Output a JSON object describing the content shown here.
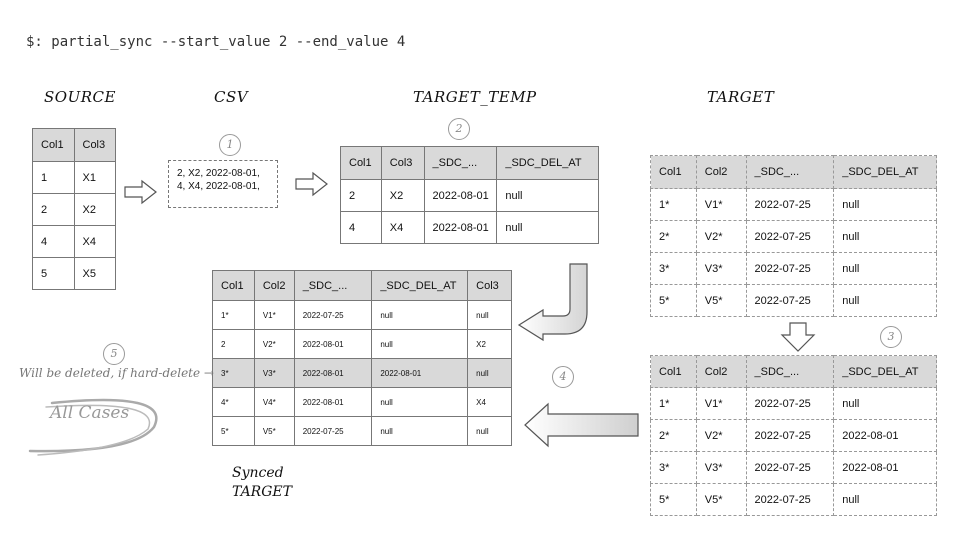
{
  "command": "$: partial_sync --start_value 2 --end_value 4",
  "labels": {
    "source": "SOURCE",
    "csv": "CSV",
    "target_temp": "TARGET_TEMP",
    "target": "TARGET",
    "synced_line1": "Synced",
    "synced_line2": "TARGET",
    "hard_delete_note": "Will be deleted, if hard-delete →",
    "all_cases": "All Cases"
  },
  "steps": [
    "1",
    "2",
    "3",
    "4",
    "5"
  ],
  "csv_lines": [
    "2, X2, 2022-08-01,",
    "4, X4, 2022-08-01,"
  ],
  "source_table": {
    "headers": [
      "Col1",
      "Col3"
    ],
    "rows": [
      [
        "1",
        "X1"
      ],
      [
        "2",
        "X2"
      ],
      [
        "4",
        "X4"
      ],
      [
        "5",
        "X5"
      ]
    ]
  },
  "target_temp_table": {
    "headers": [
      "Col1",
      "Col3",
      "_SDC_...",
      "_SDC_DEL_AT"
    ],
    "rows": [
      [
        "2",
        "X2",
        "2022-08-01",
        "null"
      ],
      [
        "4",
        "X4",
        "2022-08-01",
        "null"
      ]
    ]
  },
  "target_table": {
    "headers": [
      "Col1",
      "Col2",
      "_SDC_...",
      "_SDC_DEL_AT"
    ],
    "rows": [
      [
        "1*",
        "V1*",
        "2022-07-25",
        "null"
      ],
      [
        "2*",
        "V2*",
        "2022-07-25",
        "null"
      ],
      [
        "3*",
        "V3*",
        "2022-07-25",
        "null"
      ],
      [
        "5*",
        "V5*",
        "2022-07-25",
        "null"
      ]
    ]
  },
  "target_updated_table": {
    "headers": [
      "Col1",
      "Col2",
      "_SDC_...",
      "_SDC_DEL_AT"
    ],
    "rows": [
      [
        "1*",
        "V1*",
        "2022-07-25",
        "null"
      ],
      [
        "2*",
        "V2*",
        "2022-07-25",
        "2022-08-01"
      ],
      [
        "3*",
        "V3*",
        "2022-07-25",
        "2022-08-01"
      ],
      [
        "5*",
        "V5*",
        "2022-07-25",
        "null"
      ]
    ]
  },
  "synced_table": {
    "headers": [
      "Col1",
      "Col2",
      "_SDC_...",
      "_SDC_DEL_AT",
      "Col3"
    ],
    "rows": [
      [
        "1*",
        "V1*",
        "2022-07-25",
        "null",
        "null"
      ],
      [
        "2",
        "V2*",
        "2022-08-01",
        "null",
        "X2"
      ],
      [
        "3*",
        "V3*",
        "2022-08-01",
        "2022-08-01",
        "null"
      ],
      [
        "4*",
        "V4*",
        "2022-08-01",
        "null",
        "X4"
      ],
      [
        "5*",
        "V5*",
        "2022-07-25",
        "null",
        "null"
      ]
    ],
    "highlight_row": 2
  }
}
